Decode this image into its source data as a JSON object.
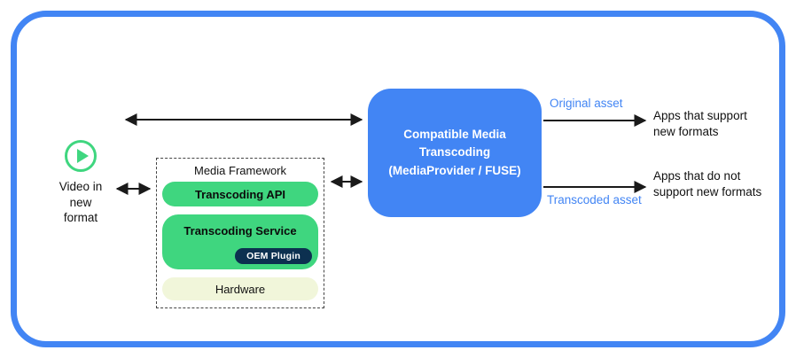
{
  "colors": {
    "border_blue": "#4285F4",
    "transcoder_box_blue": "#4285F4",
    "pill_green": "#3FD67F",
    "oem_navy": "#0C3050",
    "hardware_cream": "#F1F6DA",
    "asset_label_blue": "#4285F4",
    "arrow_dark": "#1a1a1a"
  },
  "video_source": {
    "label": "Video in\nnew\nformat"
  },
  "media_framework": {
    "title": "Media Framework",
    "api_label": "Transcoding API",
    "service_label": "Transcoding Service",
    "oem_plugin_label": "OEM Plugin",
    "hardware_label": "Hardware"
  },
  "transcoder": {
    "label": "Compatible Media\nTranscoding\n(MediaProvider / FUSE)"
  },
  "outputs": {
    "original_label": "Original asset",
    "transcoded_label": "Transcoded asset",
    "apps_support": "Apps that support\nnew formats",
    "apps_no_support": "Apps that do not\nsupport new formats"
  }
}
